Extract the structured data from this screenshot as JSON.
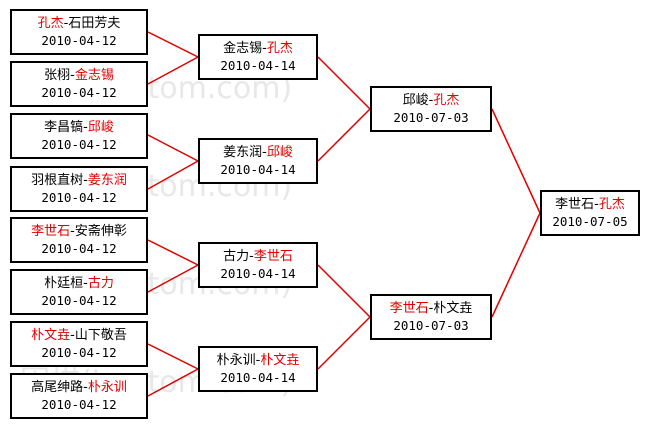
{
  "watermark": "围棋(hoetom.com)",
  "rounds": [
    [
      {
        "p1": "孔杰",
        "p2": "石田芳夫",
        "winner": "p1",
        "date": "2010-04-12"
      },
      {
        "p1": "张栩",
        "p2": "金志锡",
        "winner": "p2",
        "date": "2010-04-12"
      },
      {
        "p1": "李昌镐",
        "p2": "邱峻",
        "winner": "p2",
        "date": "2010-04-12"
      },
      {
        "p1": "羽根直树",
        "p2": "姜东润",
        "winner": "p2",
        "date": "2010-04-12"
      },
      {
        "p1": "李世石",
        "p2": "安斋伸彰",
        "winner": "p1",
        "date": "2010-04-12"
      },
      {
        "p1": "朴廷桓",
        "p2": "古力",
        "winner": "p2",
        "date": "2010-04-12"
      },
      {
        "p1": "朴文垚",
        "p2": "山下敬吾",
        "winner": "p1",
        "date": "2010-04-12"
      },
      {
        "p1": "高尾绅路",
        "p2": "朴永训",
        "winner": "p2",
        "date": "2010-04-12"
      }
    ],
    [
      {
        "p1": "金志锡",
        "p2": "孔杰",
        "winner": "p2",
        "date": "2010-04-14"
      },
      {
        "p1": "姜东润",
        "p2": "邱峻",
        "winner": "p2",
        "date": "2010-04-14"
      },
      {
        "p1": "古力",
        "p2": "李世石",
        "winner": "p2",
        "date": "2010-04-14"
      },
      {
        "p1": "朴永训",
        "p2": "朴文垚",
        "winner": "p2",
        "date": "2010-04-14"
      }
    ],
    [
      {
        "p1": "邱峻",
        "p2": "孔杰",
        "winner": "p2",
        "date": "2010-07-03"
      },
      {
        "p1": "李世石",
        "p2": "朴文垚",
        "winner": "p1",
        "date": "2010-07-03"
      }
    ],
    [
      {
        "p1": "李世石",
        "p2": "孔杰",
        "winner": "p2",
        "date": "2010-07-05"
      }
    ]
  ],
  "colors": {
    "winner": "#e00000",
    "connector": "#e00000",
    "border": "#000000"
  }
}
